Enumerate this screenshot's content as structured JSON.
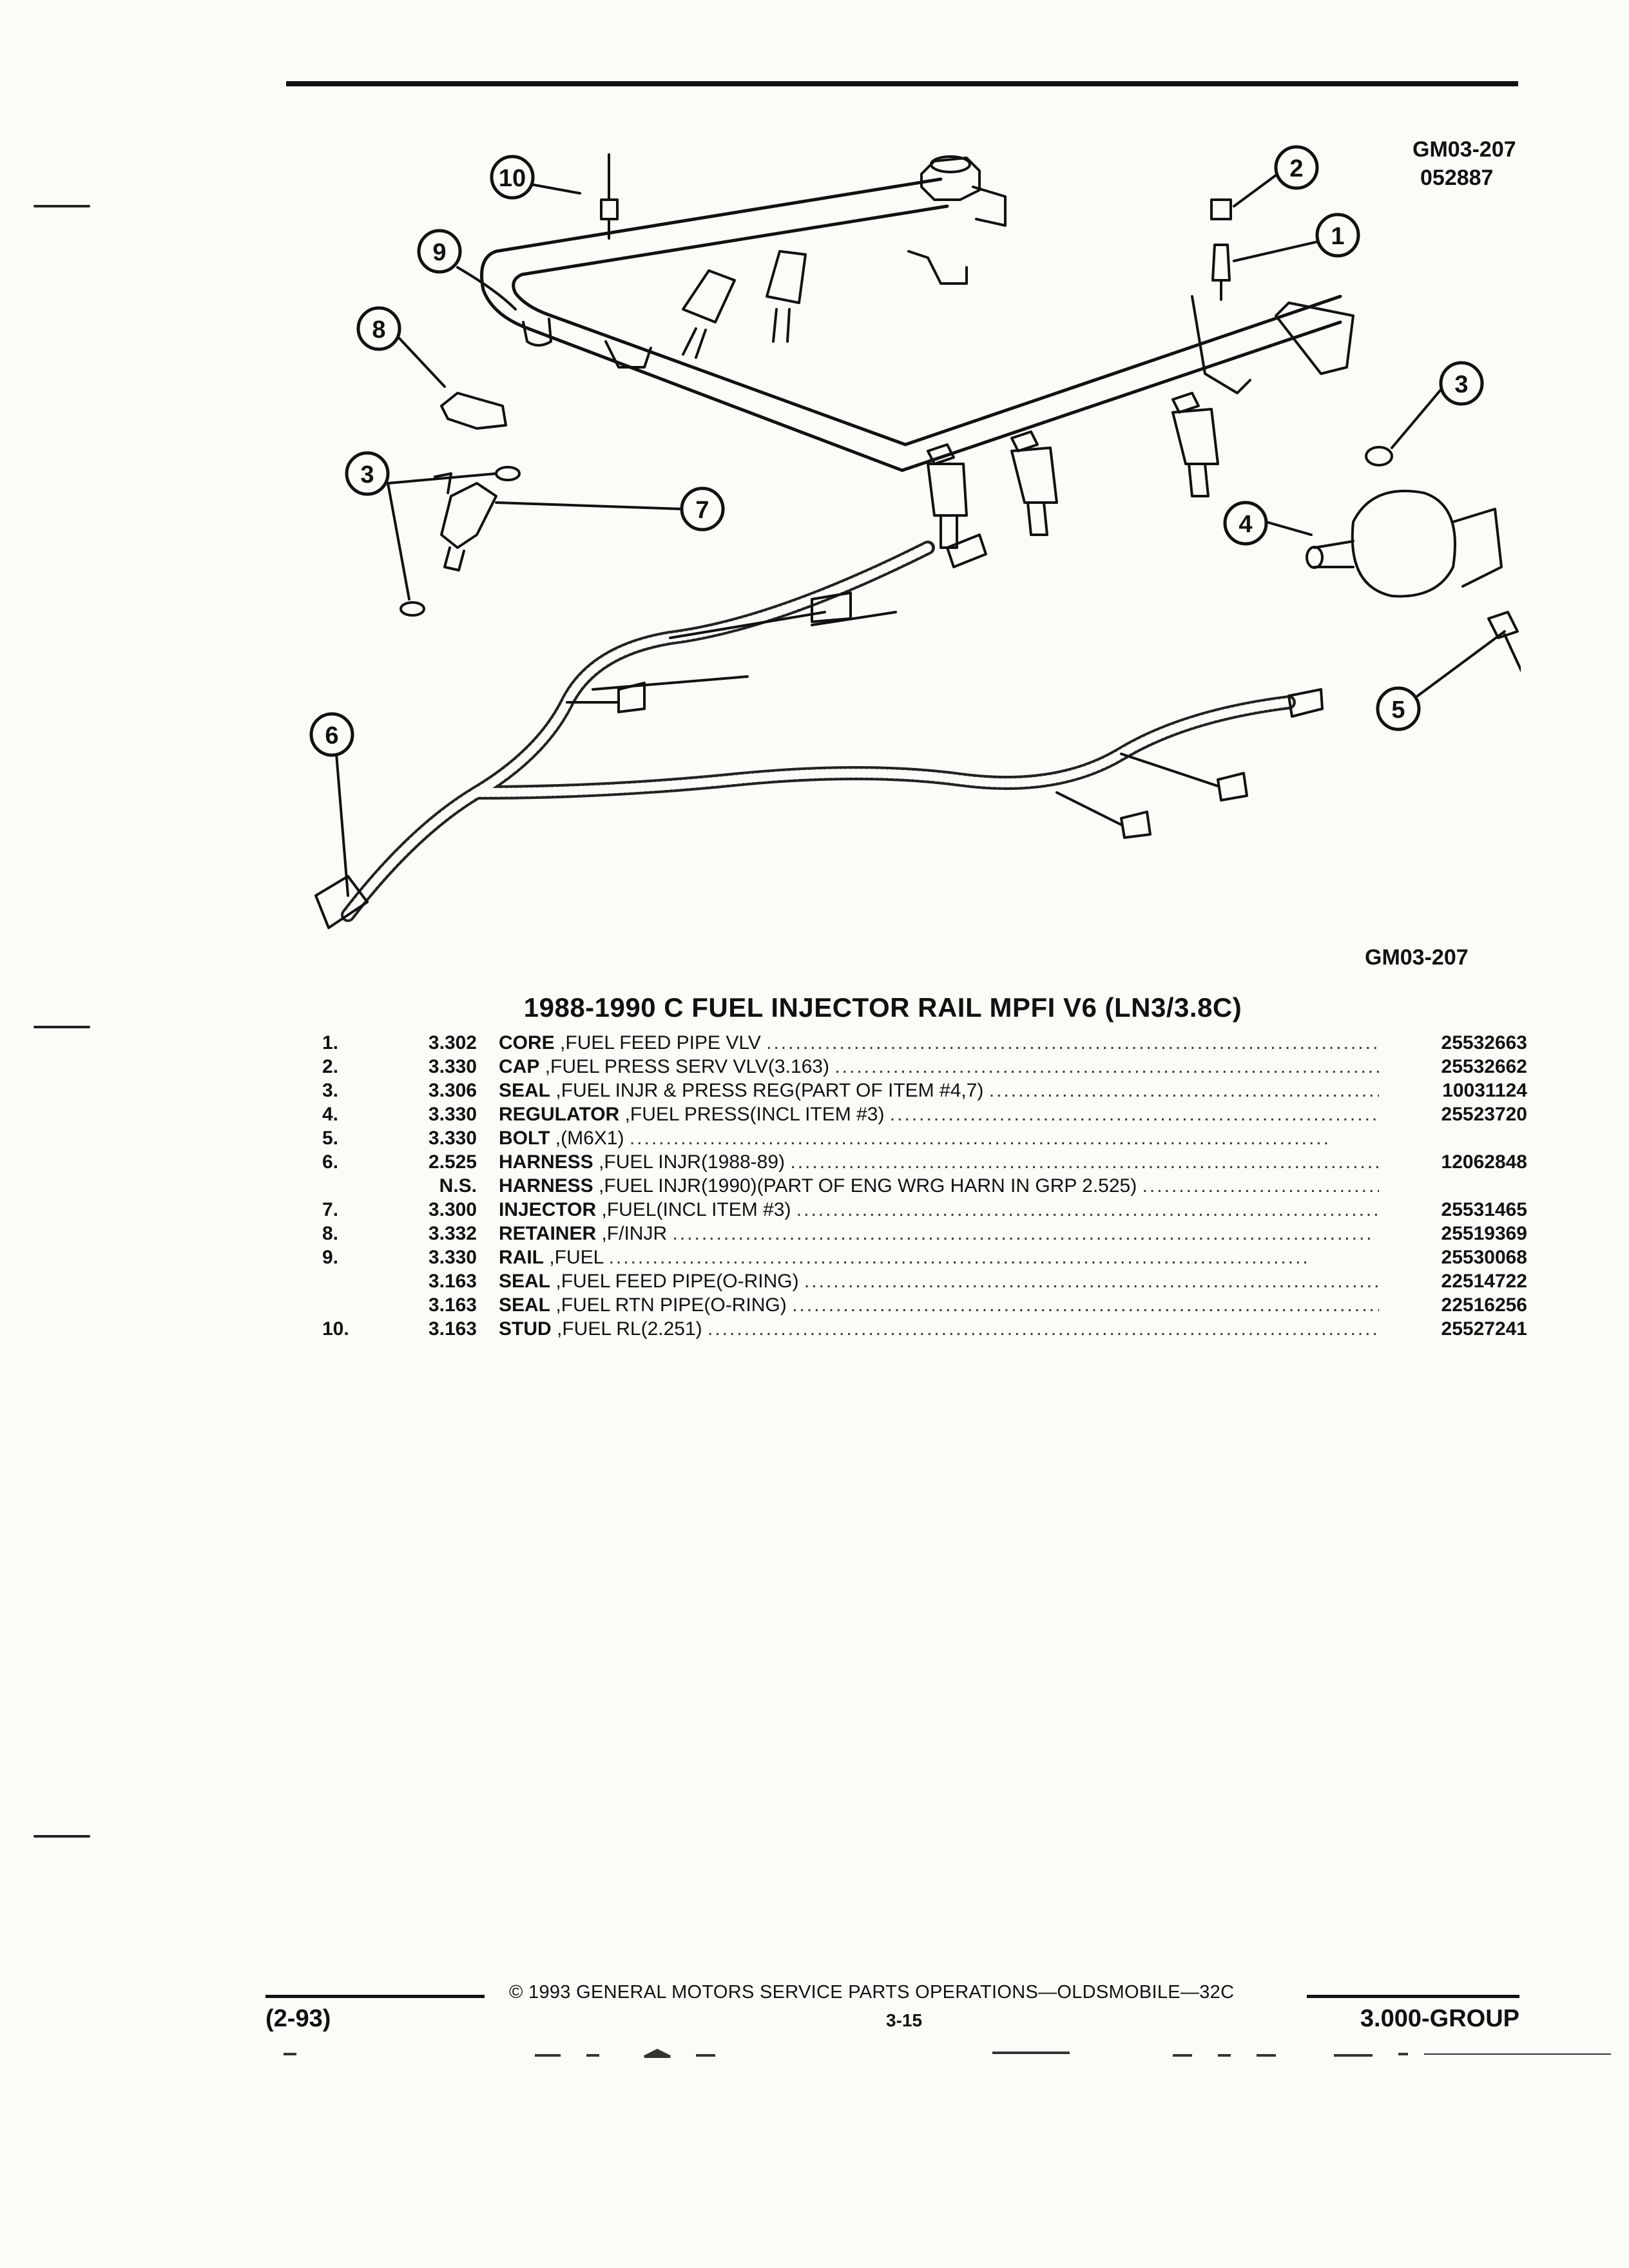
{
  "header": {
    "ref_code_1": "GM03-207",
    "ref_code_2": "052887",
    "figure_code": "GM03-207"
  },
  "diagram": {
    "callouts": [
      "1",
      "2",
      "3",
      "4",
      "5",
      "6",
      "7",
      "8",
      "9",
      "10"
    ],
    "callout_3_repeat": "3"
  },
  "title": "1988-1990 C FUEL INJECTOR RAIL MPFI V6 (LN3/3.8C)",
  "parts": [
    {
      "num": "1.",
      "group": "3.302",
      "name": "CORE",
      "desc": ",FUEL FEED PIPE VLV",
      "part": "25532663"
    },
    {
      "num": "2.",
      "group": "3.330",
      "name": "CAP",
      "desc": ",FUEL PRESS SERV VLV(3.163)",
      "part": "25532662"
    },
    {
      "num": "3.",
      "group": "3.306",
      "name": "SEAL",
      "desc": ",FUEL INJR & PRESS REG(PART OF ITEM #4,7)",
      "part": "10031124"
    },
    {
      "num": "4.",
      "group": "3.330",
      "name": "REGULATOR",
      "desc": ",FUEL PRESS(INCL ITEM #3)",
      "part": "25523720"
    },
    {
      "num": "5.",
      "group": "3.330",
      "name": "BOLT",
      "desc": ",(M6X1)",
      "part": ""
    },
    {
      "num": "6.",
      "group": "2.525",
      "name": "HARNESS",
      "desc": ",FUEL INJR(1988-89)",
      "part": "12062848"
    },
    {
      "num": "",
      "group": "N.S.",
      "name": "HARNESS",
      "desc": ",FUEL INJR(1990)(PART OF ENG WRG HARN IN GRP 2.525)",
      "part": ""
    },
    {
      "num": "7.",
      "group": "3.300",
      "name": "INJECTOR",
      "desc": ",FUEL(INCL ITEM #3)",
      "part": "25531465"
    },
    {
      "num": "8.",
      "group": "3.332",
      "name": "RETAINER",
      "desc": ",F/INJR",
      "part": "25519369"
    },
    {
      "num": "9.",
      "group": "3.330",
      "name": "RAIL",
      "desc": ",FUEL",
      "part": "25530068"
    },
    {
      "num": "",
      "group": "3.163",
      "name": "SEAL",
      "desc": ",FUEL FEED PIPE(O-RING)",
      "part": "22514722"
    },
    {
      "num": "",
      "group": "3.163",
      "name": "SEAL",
      "desc": ",FUEL RTN PIPE(O-RING)",
      "part": "22516256"
    },
    {
      "num": "10.",
      "group": "3.163",
      "name": "STUD",
      "desc": ",FUEL RL(2.251)",
      "part": "25527241"
    }
  ],
  "footer": {
    "copyright": "© 1993 GENERAL MOTORS SERVICE PARTS OPERATIONS—OLDSMOBILE—32C",
    "date": "(2-93)",
    "page": "3-15",
    "group": "3.000-GROUP"
  }
}
